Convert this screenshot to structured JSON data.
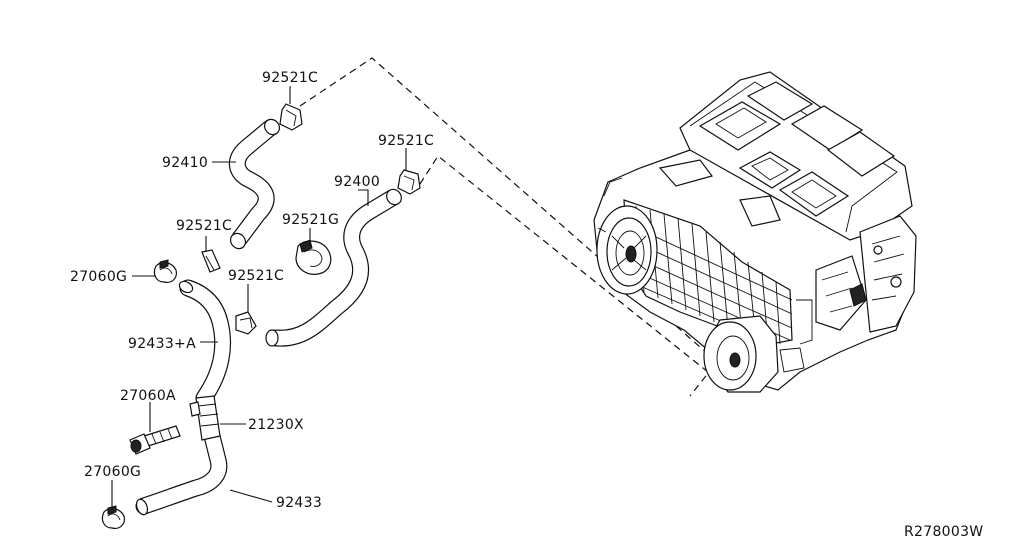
{
  "diagram": {
    "drawing_code": "R278003W",
    "labels": {
      "clip_top": "92521C",
      "hose_92410": "92410",
      "clip_upper_right": "92521C",
      "hose_92400": "92400",
      "clip_left_mid": "92521C",
      "clamp_92521G": "92521G",
      "clamp_27060G_upper": "27060G",
      "clip_lower_mid": "92521C",
      "hose_92433A": "92433+A",
      "clamp_27060A": "27060A",
      "valve_21230X": "21230X",
      "clamp_27060G_lower": "27060G",
      "hose_92433": "92433"
    }
  }
}
